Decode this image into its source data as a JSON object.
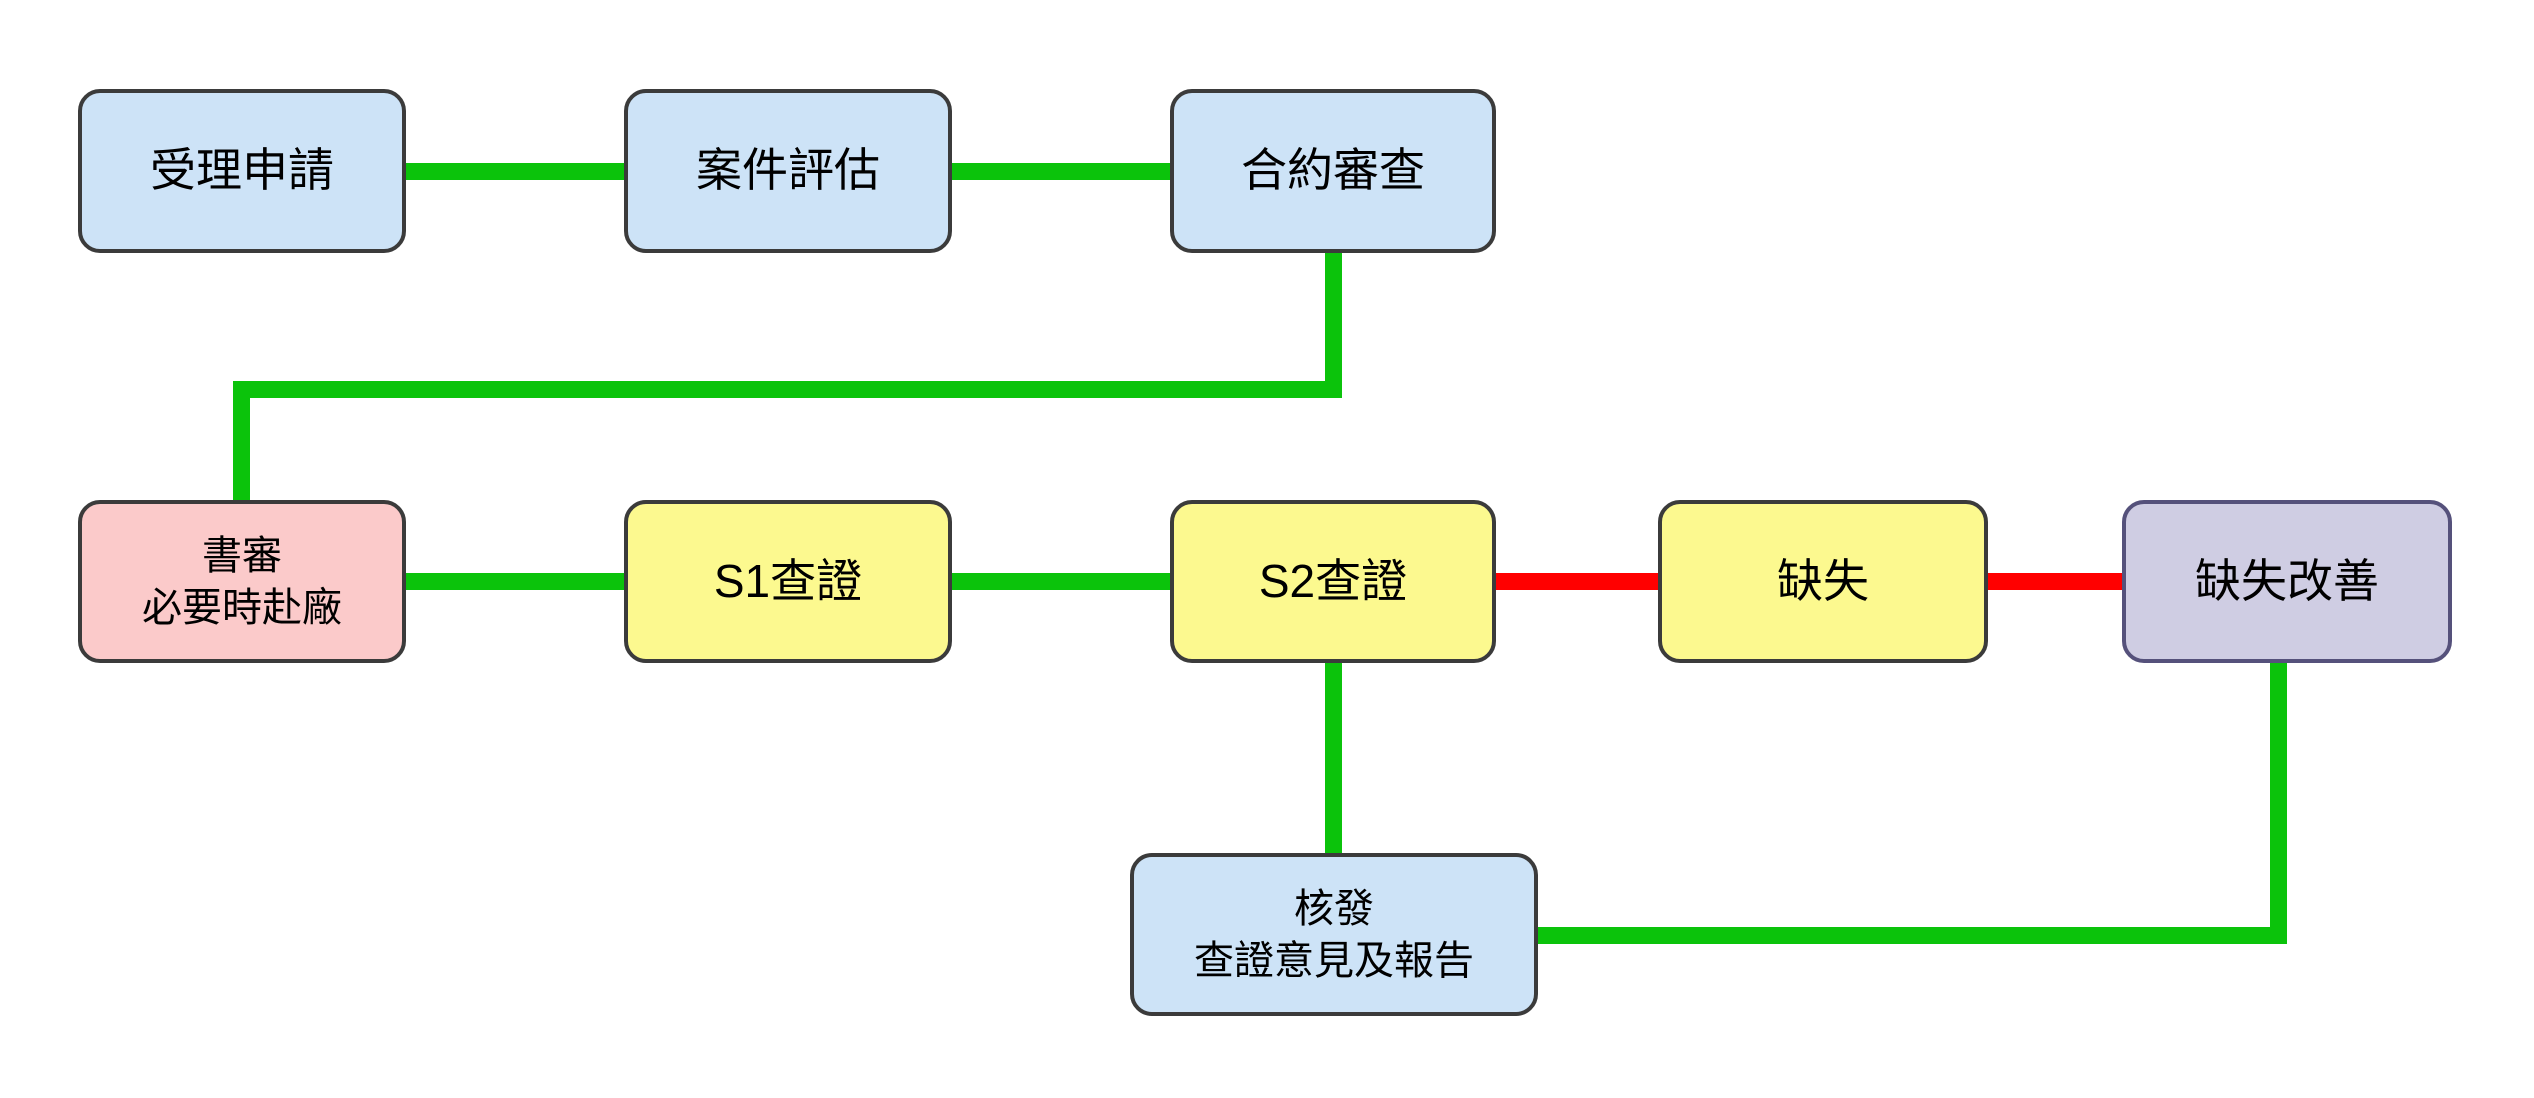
{
  "diagram": {
    "type": "flowchart",
    "background": "#ffffff",
    "colors": {
      "connector_green": "#0bc30b",
      "connector_red": "#ff0000",
      "node_border_dark": "#3b3b3b",
      "node_border_purple": "#55517b",
      "fill_blue": "#cde3f7",
      "fill_pink": "#fbcaca",
      "fill_yellow": "#fcf98f",
      "fill_lavender": "#cfcde3"
    },
    "nodes": {
      "accept": {
        "label": "受理申請",
        "fill": "#cde3f7"
      },
      "evaluate": {
        "label": "案件評估",
        "fill": "#cde3f7"
      },
      "contract": {
        "label": "合約審查",
        "fill": "#cde3f7"
      },
      "doc_review": {
        "line1": "書審",
        "line2": "必要時赴廠",
        "fill": "#fbcaca"
      },
      "s1": {
        "label": "S1查證",
        "fill": "#fcf98f"
      },
      "s2": {
        "label": "S2查證",
        "fill": "#fcf98f"
      },
      "defect": {
        "label": "缺失",
        "fill": "#fcf98f"
      },
      "defect_improve": {
        "label": "缺失改善",
        "fill": "#cfcde3"
      },
      "issue_report": {
        "line1": "核發",
        "line2": "查證意見及報告",
        "fill": "#cde3f7"
      }
    },
    "edges": [
      {
        "from": "受理申請",
        "to": "案件評估",
        "color": "#0bc30b"
      },
      {
        "from": "案件評估",
        "to": "合約審查",
        "color": "#0bc30b"
      },
      {
        "from": "合約審查",
        "to": "書審 必要時赴廠",
        "color": "#0bc30b"
      },
      {
        "from": "書審 必要時赴廠",
        "to": "S1查證",
        "color": "#0bc30b"
      },
      {
        "from": "S1查證",
        "to": "S2查證",
        "color": "#0bc30b"
      },
      {
        "from": "S2查證",
        "to": "缺失",
        "color": "#ff0000"
      },
      {
        "from": "缺失",
        "to": "缺失改善",
        "color": "#ff0000"
      },
      {
        "from": "S2查證",
        "to": "核發 查證意見及報告",
        "color": "#0bc30b"
      },
      {
        "from": "缺失改善",
        "to": "核發 查證意見及報告",
        "color": "#0bc30b"
      }
    ]
  }
}
